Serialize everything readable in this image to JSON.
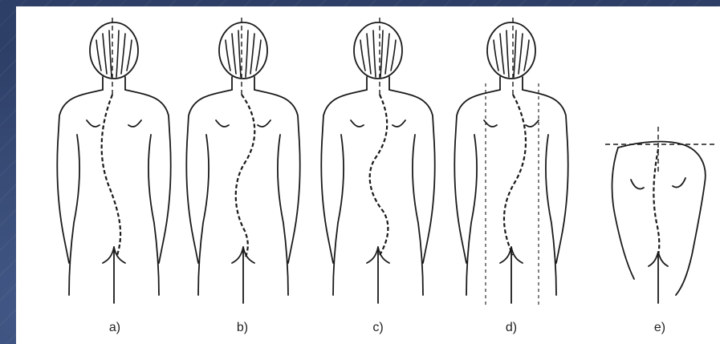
{
  "figure": {
    "labels": [
      "a)",
      "b)",
      "c)",
      "d)",
      "e)"
    ]
  },
  "colors": {
    "background": "#2d3f66",
    "panel": "#ffffff",
    "ink": "#1a1a1a"
  }
}
